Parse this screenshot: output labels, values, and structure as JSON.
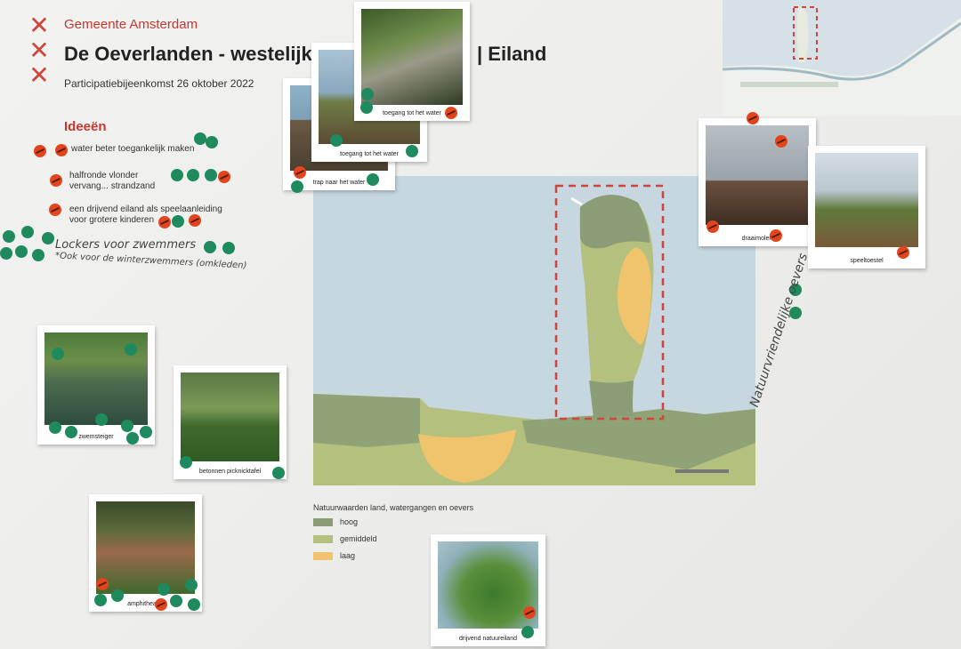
{
  "header": {
    "organisation": "Gemeente Amsterdam",
    "title_left": "De Oeverlanden - westelijk",
    "title_right": "| Eiland",
    "meeting": "Participatiebijeenkomst 26 oktober 2022"
  },
  "ideas": {
    "heading": "Ideeën",
    "items": [
      "water beter toegankelijk maken",
      "halfronde vlonder vervang... strandzand",
      "een drijvend eiland als speelaanleiding voor grotere kinderen"
    ],
    "handwritten": [
      "Lockers voor zwemmers",
      "*Ook voor de winterzwemmers (omkleden)"
    ]
  },
  "photos": {
    "toegang1": "toegang tot het water",
    "toegang2": "toegang tot het water",
    "trap": "trap naar het water",
    "draaimolen": "draaimolen",
    "speeltoestel": "speeltoestel",
    "zwemsteiger": "zwemsteiger",
    "picknick": "betonnen picknicktafel",
    "amphitheater": "amphitheater",
    "drijvend": "drijvend natuureiland"
  },
  "legend": {
    "title": "Natuurwaarden land, watergangen en oevers",
    "items": [
      {
        "label": "hoog",
        "color": "#8a9d76"
      },
      {
        "label": "gemiddeld",
        "color": "#b4c07e"
      },
      {
        "label": "laag",
        "color": "#efc46c"
      }
    ]
  },
  "side_note": "Natuurvriendelijke oevers",
  "colors": {
    "accent_red": "#c8372f",
    "dot_green": "#1e8a5e",
    "dot_red": "#e2451e",
    "water": "#c6d7df"
  }
}
